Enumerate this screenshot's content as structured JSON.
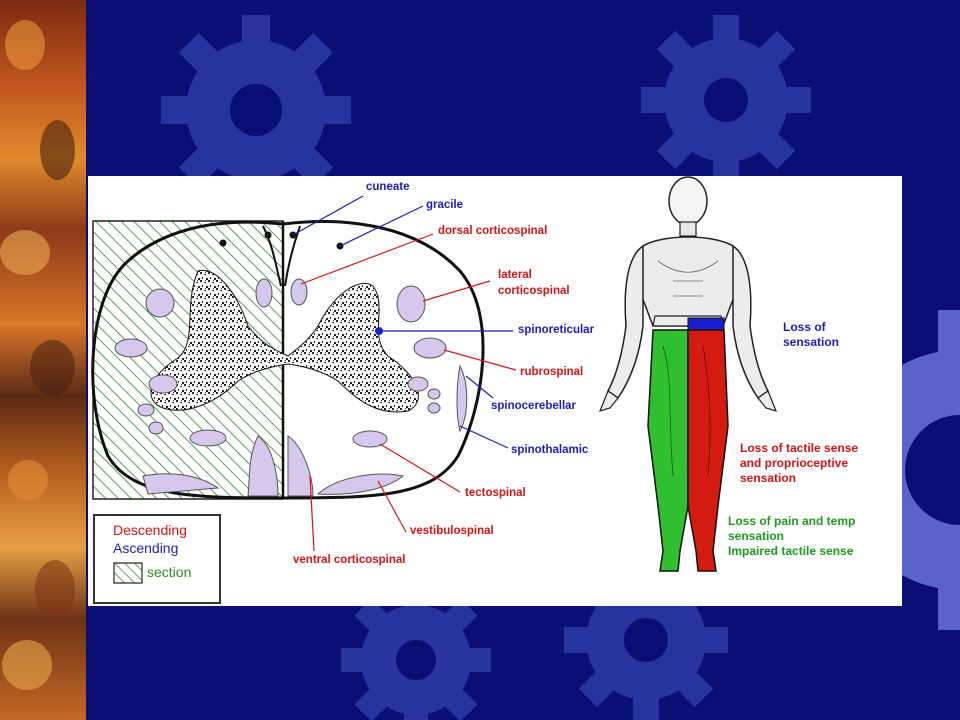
{
  "slide": {
    "colors": {
      "background": "#0a0f73",
      "gear": "#2d3aa8",
      "descending": "#d01515",
      "ascending": "#1a1fb8",
      "red_region": "#d41b12",
      "green_region": "#2fbf2f",
      "blue_region": "#1a1fd0"
    }
  },
  "diagram": {
    "tract_labels": {
      "cuneate": "cuneate",
      "gracile": "gracile",
      "dorsal_corticospinal": "dorsal corticospinal",
      "lateral": "lateral",
      "corticospinal": "corticospinal",
      "spinoreticular": "spinoreticular",
      "rubrospinal": "rubrospinal",
      "spinocerebellar": "spinocerebellar",
      "spinothalamic": "spinothalamic",
      "tectospinal": "tectospinal",
      "vestibulospinal": "vestibulospinal",
      "ventral_corticospinal": "ventral corticospinal"
    },
    "legend": {
      "descending": "Descending",
      "ascending": "Ascending",
      "section": "section"
    },
    "annotations": {
      "loss_sensation_1": "Loss of",
      "loss_sensation_2": "sensation",
      "tactile_1": "Loss of tactile sense",
      "tactile_2": "and proprioceptive",
      "tactile_3": "sensation",
      "pain_1": "Loss of pain and temp",
      "pain_2": "sensation",
      "pain_3": "Impaired tactile sense"
    }
  }
}
